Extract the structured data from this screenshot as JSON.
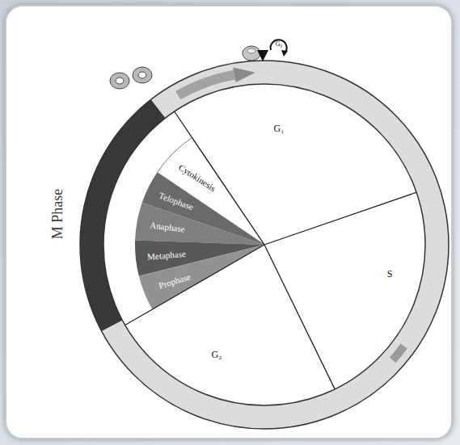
{
  "diagram": {
    "labels": [
      "M Phase",
      "G₀",
      "G₁",
      "Cytokinesis",
      "Telophase",
      "Anaphase",
      "Metaphase",
      "Prophase",
      "S",
      "G₂"
    ]
  }
}
